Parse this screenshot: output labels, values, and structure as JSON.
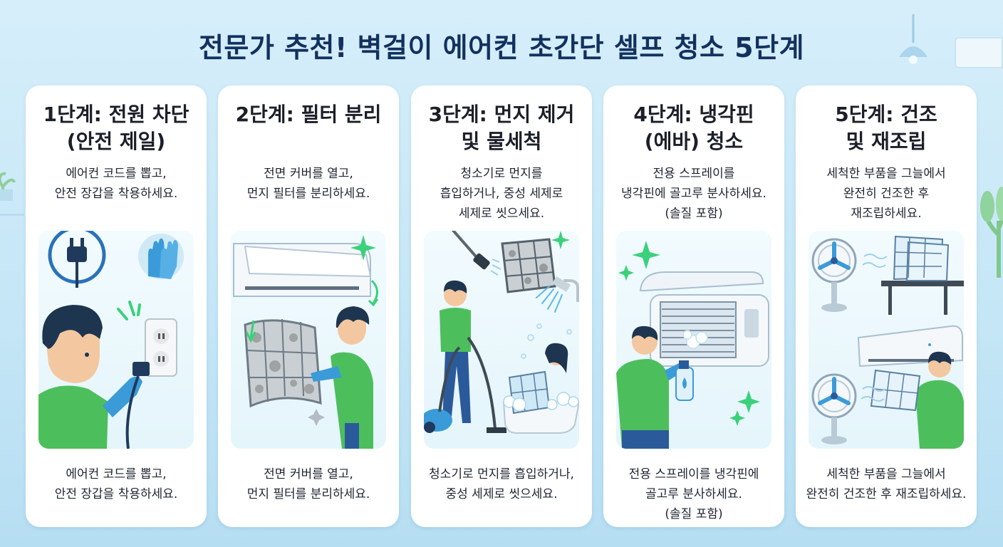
{
  "page": {
    "title": "전문가 추천! 벽걸이 에어컨 초간단 셀프 청소 5단계"
  },
  "colors": {
    "title": "#13315f",
    "shirt": "#4cbf5c",
    "glove": "#3a9bd8",
    "sparkle": "#3ad17a",
    "background": "#cbe9f7"
  },
  "steps": [
    {
      "title": "1단계: 전원 차단\n(안전 제일)",
      "description": "에어컨 코드를 뽑고,\n안전 장갑을 착용하세요.",
      "caption": "에어컨 코드를 뽑고,\n안전 장갑을 착용하세요.",
      "icons": [
        "power-plug-icon",
        "gloves-icon",
        "wall-outlet-icon"
      ]
    },
    {
      "title": "2단계: 필터 분리",
      "description": "전면 커버를 열고,\n먼지 필터를 분리하세요.",
      "caption": "전면 커버를 열고,\n먼지 필터를 분리하세요.",
      "icons": [
        "air-conditioner-icon",
        "dusty-filter-icon"
      ]
    },
    {
      "title": "3단계: 먼지 제거\n및 물세척",
      "description": "청소기로 먼지를\n흡입하거나, 중성 세제로\n세제로 씻으세요.",
      "caption": "청소기로 먼지를 흡입하거나,\n중성 세제로 씻으세요.",
      "icons": [
        "vacuum-cleaner-icon",
        "shower-icon",
        "bathtub-icon"
      ]
    },
    {
      "title": "4단계: 냉각핀\n(에바) 청소",
      "description": "전용 스프레이를\n냉각핀에 골고루 분사하세요.\n(솔질 포함)",
      "caption": "전용 스프레이를 냉각핀에\n골고루 분사하세요.\n(솔질 포함)",
      "icons": [
        "spray-bottle-icon",
        "cooling-fin-icon"
      ]
    },
    {
      "title": "5단계: 건조\n및 재조립",
      "description": "세척한 부품을 그늘에서\n완전히 건조한 후\n재조립하세요.",
      "caption": "세척한 부품을 그늘에서\n완전히 건조한 후 재조립하세요.",
      "icons": [
        "electric-fan-icon",
        "drying-rack-icon",
        "air-conditioner-icon"
      ]
    }
  ]
}
